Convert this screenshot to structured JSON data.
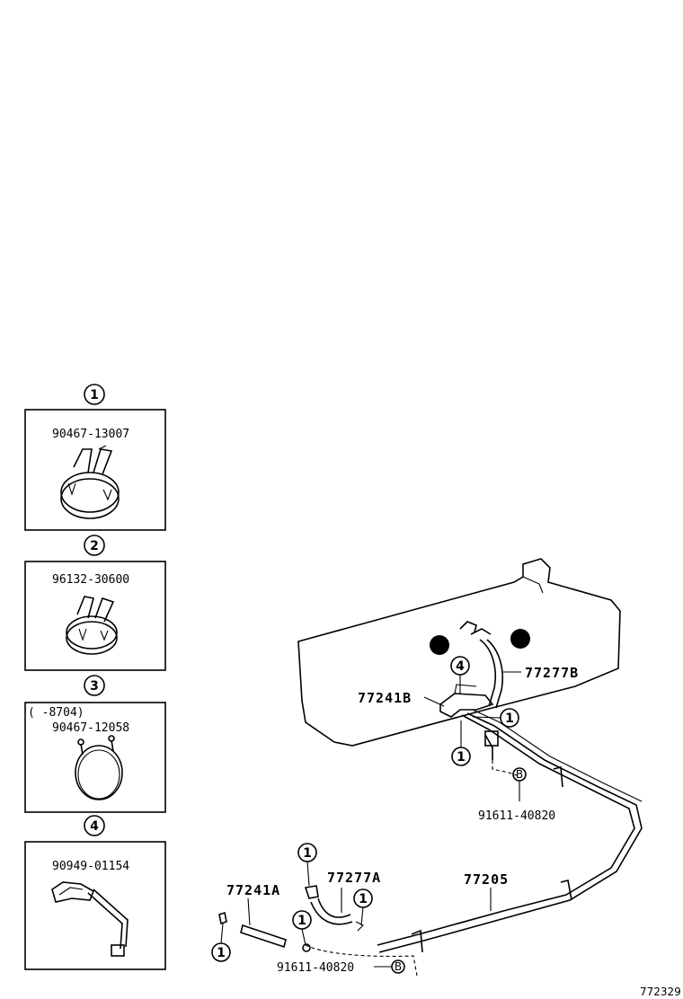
{
  "legend": [
    {
      "number": "1",
      "part": "90467-13007",
      "note": ""
    },
    {
      "number": "2",
      "part": "96132-30600",
      "note": ""
    },
    {
      "number": "3",
      "part": "90467-12058",
      "note": "(  -8704)"
    },
    {
      "number": "4",
      "part": "90949-01154",
      "note": ""
    }
  ],
  "callouts": {
    "hose_b": "77277B",
    "bracket_b": "77241B",
    "bolt_upper": "91611-40820",
    "bolt_lower": "91611-40820",
    "tube_main": "77205",
    "hose_a": "77277A",
    "bracket_a": "77241A",
    "bolt_marker": "B",
    "clip_1": "1",
    "clip_4": "4"
  },
  "figure_id": "772329"
}
